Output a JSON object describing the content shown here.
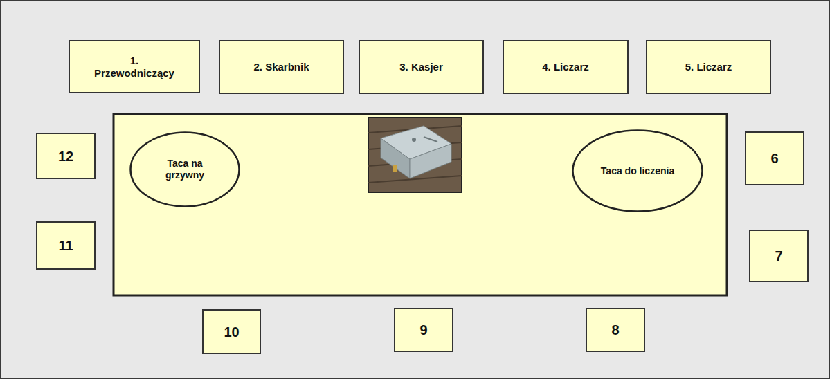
{
  "diagram": {
    "nodes": [
      {
        "text": [
          "1. Przewodniczący"
        ]
      },
      {
        "text": [
          "2. Skarbnik"
        ]
      },
      {
        "text": [
          "3. Kasjer"
        ]
      },
      {
        "text": [
          "4. Liczarz"
        ]
      },
      {
        "text": [
          "5. Liczarz"
        ]
      },
      {
        "text": [
          "12"
        ]
      },
      {
        "text": [
          "Taca na grzywny"
        ]
      },
      {
        "text": [
          "Taca do liczenia"
        ]
      },
      {
        "text": [
          "6"
        ]
      },
      {
        "text": [
          "11"
        ]
      },
      {
        "text": [
          "7"
        ]
      },
      {
        "text": [
          "10"
        ]
      },
      {
        "text": [
          "9"
        ]
      },
      {
        "text": [
          "8"
        ]
      }
    ]
  }
}
